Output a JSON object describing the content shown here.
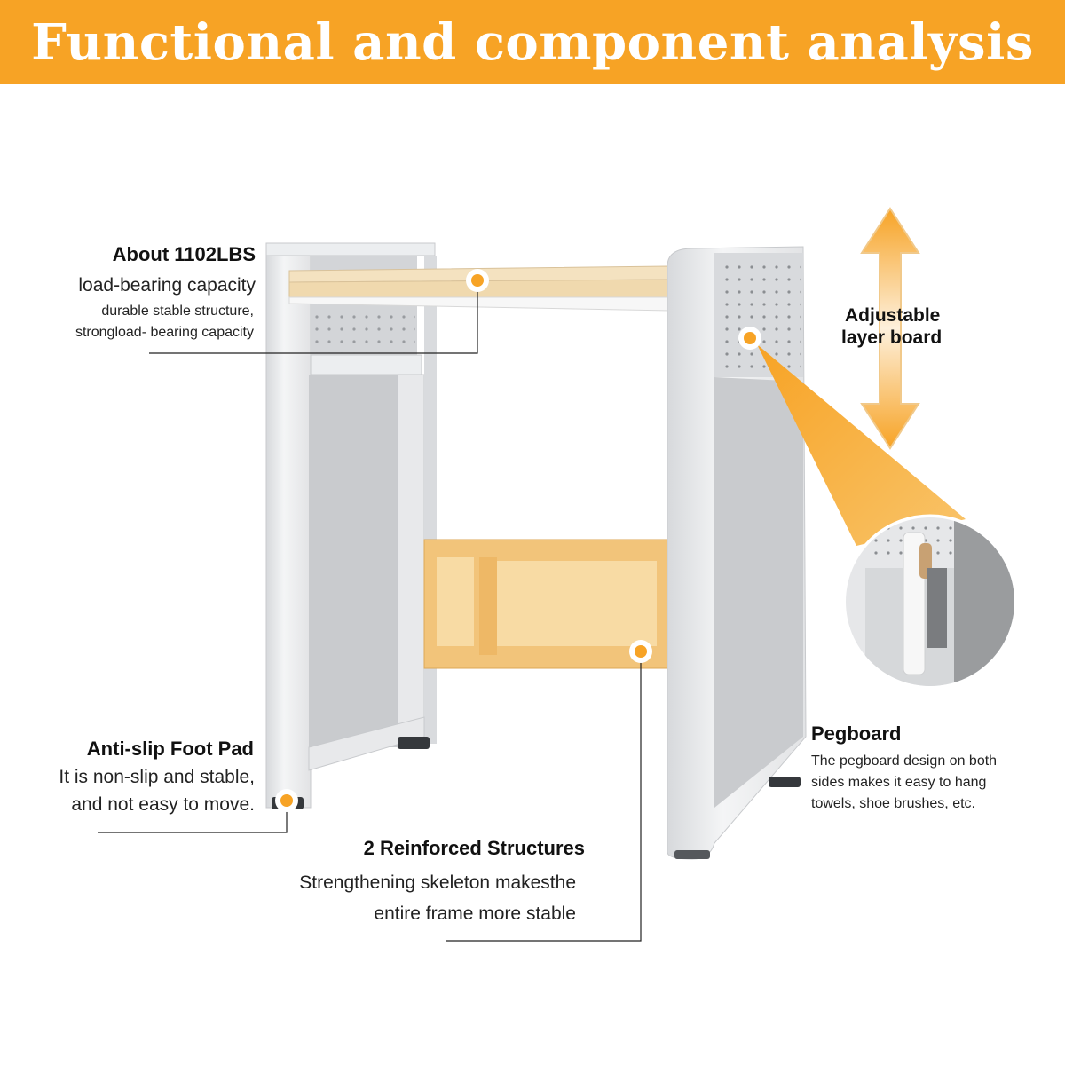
{
  "banner": {
    "title": "Functional and component analysis"
  },
  "colors": {
    "accent": "#f7a325",
    "frame": "#e3e4e6",
    "panel": "#c9cbce",
    "wood": "#f0d9ae",
    "brace": "#f2c47a"
  },
  "callouts": {
    "load": {
      "heading": "About 1102LBS",
      "subheading": "load-bearing capacity",
      "line1": "durable stable structure,",
      "line2": "strongload- bearing capacity"
    },
    "layer": {
      "line1": "Adjustable",
      "line2": "layer board"
    },
    "foot": {
      "heading": "Anti-slip Foot Pad",
      "line1": "It is non-slip and stable,",
      "line2": "and not easy to move."
    },
    "reinforced": {
      "heading": "2 Reinforced Structures",
      "line1": "Strengthening skeleton makesthe",
      "line2": "entire frame more stable"
    },
    "pegboard": {
      "heading": "Pegboard",
      "line1": "The pegboard design on both",
      "line2": "sides makes it easy to hang",
      "line3": "towels, shoe brushes, etc."
    }
  }
}
